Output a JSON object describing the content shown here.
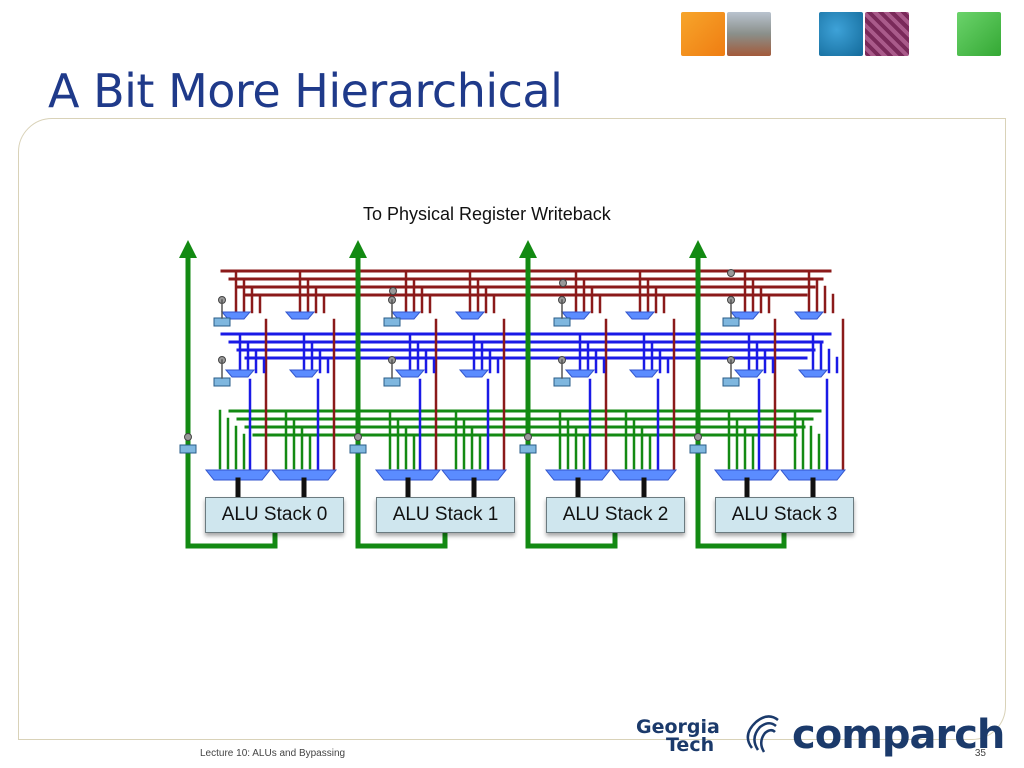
{
  "slide": {
    "title": "A Bit More Hierarchical",
    "footer_lecture": "Lecture 10: ALUs and Bypassing",
    "page_number": "35"
  },
  "diagram": {
    "top_label": "To Physical Register Writeback",
    "alu_stacks": [
      "ALU Stack 0",
      "ALU Stack 1",
      "ALU Stack 2",
      "ALU Stack 3"
    ]
  },
  "logos": {
    "georgia_line1": "Georgia",
    "georgia_line2": "Tech",
    "comparch": "comparch"
  },
  "colors": {
    "title": "#1f3a8a",
    "bus_red": "#8b1a1a",
    "bus_blue": "#1a1ae6",
    "bus_green": "#138a13",
    "mux": "#5b8cff",
    "alu_box": "#cfe6ee"
  }
}
